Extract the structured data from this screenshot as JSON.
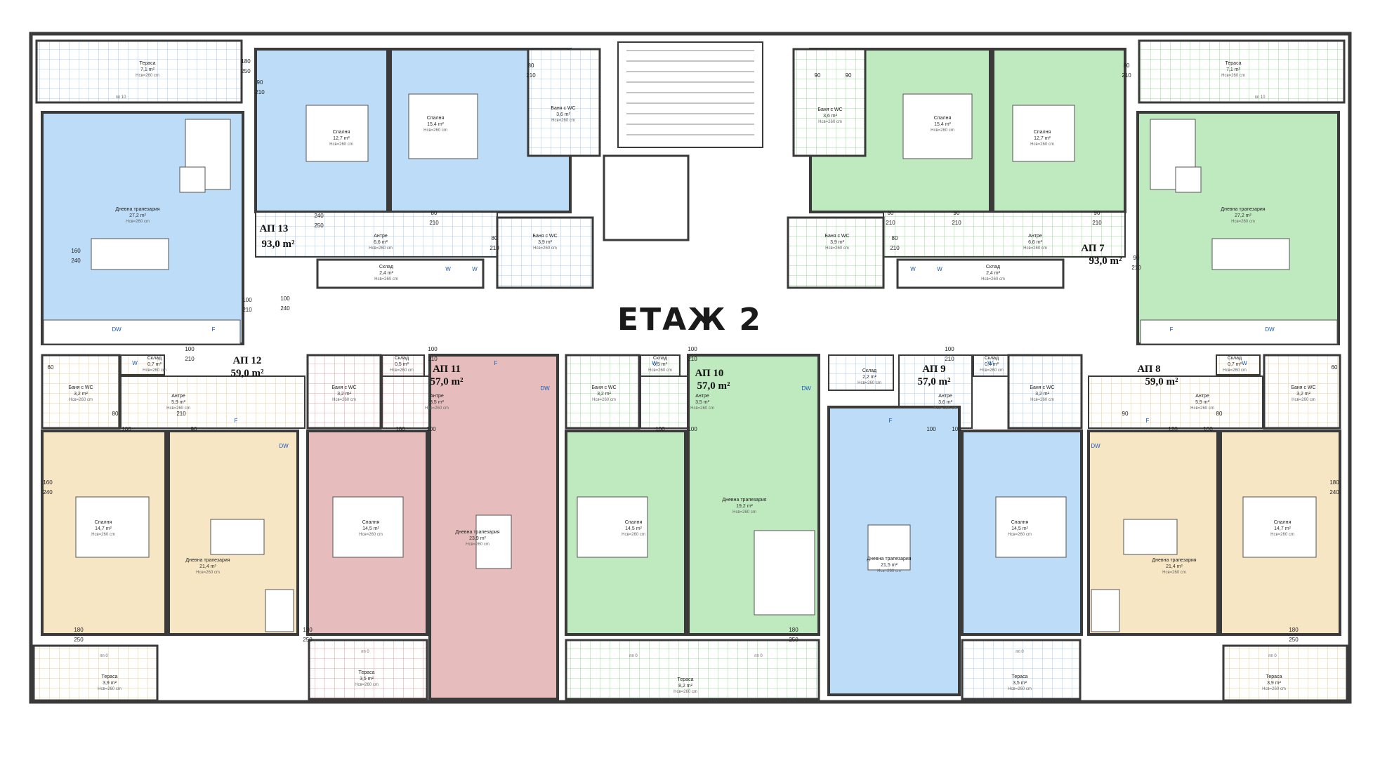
{
  "floor_title": "ЕТАЖ 2",
  "colors": {
    "blue": "#bcdcf7",
    "green": "#bfe9bf",
    "beige": "#f7e6c4",
    "pink": "#e6bcbc",
    "wall": "#3a3a3a",
    "grid": "#9ec3e6"
  },
  "apartments": [
    {
      "id": "ap13",
      "label": "АП 13",
      "area": "93,0 m²"
    },
    {
      "id": "ap7",
      "label": "АП 7",
      "area": "93,0 m²"
    },
    {
      "id": "ap12",
      "label": "АП 12",
      "area": "59,0 m²"
    },
    {
      "id": "ap11",
      "label": "АП 11",
      "area": "57,0 m²"
    },
    {
      "id": "ap10",
      "label": "АП 10",
      "area": "57,0 m²"
    },
    {
      "id": "ap9",
      "label": "АП 9",
      "area": "57,0 m²"
    },
    {
      "id": "ap8",
      "label": "АП 8",
      "area": "59,0 m²"
    }
  ],
  "rooms": [
    {
      "name": "Тераса",
      "area": "7,1 m²",
      "h": "Нсв=260 cm"
    },
    {
      "name": "Спалня",
      "area": "12,7 m²",
      "h": "Нсв=260 cm"
    },
    {
      "name": "Спалня",
      "area": "15,4 m²",
      "h": "Нсв=260 cm"
    },
    {
      "name": "Баня с WC",
      "area": "3,6 m²",
      "h": "Нсв=260 cm"
    },
    {
      "name": "Дневна трапезария",
      "area": "27,2 m²",
      "h": "Нсв=260 cm"
    },
    {
      "name": "Антре",
      "area": "6,6 m²",
      "h": "Нсв=260 cm"
    },
    {
      "name": "Баня с WC",
      "area": "3,9 m²",
      "h": "Нсв=260 cm"
    },
    {
      "name": "Склад",
      "area": "2,4 m²",
      "h": "Нсв=260 cm"
    },
    {
      "name": "Баня с WC",
      "area": "3,6 m²",
      "h": "Нсв=260 cm"
    },
    {
      "name": "Спалня",
      "area": "15,4 m²",
      "h": "Нсв=260 cm"
    },
    {
      "name": "Спалня",
      "area": "12,7 m²",
      "h": "Нсв=260 cm"
    },
    {
      "name": "Тераса",
      "area": "7,1 m²",
      "h": "Нсв=260 cm"
    },
    {
      "name": "Дневна трапезария",
      "area": "27,2 m²",
      "h": "Нсв=260 cm"
    },
    {
      "name": "Баня с WC",
      "area": "3,9 m²",
      "h": "Нсв=260 cm"
    },
    {
      "name": "Антре",
      "area": "6,6 m²",
      "h": "Нсв=260 cm"
    },
    {
      "name": "Склад",
      "area": "2,4 m²",
      "h": "Нсв=260 cm"
    },
    {
      "name": "Склад",
      "area": "0,7 m²",
      "h": "Нсв=260 cm"
    },
    {
      "name": "Баня с WC",
      "area": "3,2 m²",
      "h": "Нсв=260 cm"
    },
    {
      "name": "Антре",
      "area": "5,9 m²",
      "h": "Нсв=260 cm"
    },
    {
      "name": "Спалня",
      "area": "14,7 m²",
      "h": "Нсв=260 cm"
    },
    {
      "name": "Дневна трапезария",
      "area": "21,4 m²",
      "h": "Нсв=260 cm"
    },
    {
      "name": "Тераса",
      "area": "3,9 m²",
      "h": "Нсв=260 cm"
    },
    {
      "name": "Склад",
      "area": "0,5 m²",
      "h": "Нсв=260 cm"
    },
    {
      "name": "Баня с WC",
      "area": "3,2 m²",
      "h": "Нсв=260 cm"
    },
    {
      "name": "Антре",
      "area": "3,5 m²",
      "h": "Нсв=260 cm"
    },
    {
      "name": "Спалня",
      "area": "14,5 m²",
      "h": "Нсв=260 cm"
    },
    {
      "name": "Дневна трапезария",
      "area": "23,9 m²",
      "h": "Нсв=260 cm"
    },
    {
      "name": "Тераса",
      "area": "3,5 m²",
      "h": "Нсв=260 cm"
    },
    {
      "name": "Склад",
      "area": "0,5 m²",
      "h": "Нсв=260 cm"
    },
    {
      "name": "Баня с WC",
      "area": "3,2 m²",
      "h": "Нсв=260 cm"
    },
    {
      "name": "Антре",
      "area": "3,5 m²",
      "h": "Нсв=260 cm"
    },
    {
      "name": "Спалня",
      "area": "14,5 m²",
      "h": "Нсв=260 cm"
    },
    {
      "name": "Дневна трапезария",
      "area": "19,2 m²",
      "h": "Нсв=260 cm"
    },
    {
      "name": "Тераса",
      "area": "8,2 m²",
      "h": "Нсв=260 cm"
    },
    {
      "name": "Склад",
      "area": "2,2 m²",
      "h": "Нсв=260 cm"
    },
    {
      "name": "Антре",
      "area": "3,6 m²",
      "h": "Нсв=260 cm"
    },
    {
      "name": "Склад",
      "area": "0,4 m²",
      "h": "Нсв=260 cm"
    },
    {
      "name": "Баня с WC",
      "area": "3,2 m²",
      "h": "Нсв=260 cm"
    },
    {
      "name": "Дневна трапезария",
      "area": "21,5 m²",
      "h": "Нсв=260 cm"
    },
    {
      "name": "Спалня",
      "area": "14,5 m²",
      "h": "Нсв=260 cm"
    },
    {
      "name": "Тераса",
      "area": "3,5 m²",
      "h": "Нсв=260 cm"
    },
    {
      "name": "Склад",
      "area": "0,7 m²",
      "h": "Нсв=260 cm"
    },
    {
      "name": "Антре",
      "area": "5,9 m²",
      "h": "Нсв=260 cm"
    },
    {
      "name": "Баня с WC",
      "area": "3,2 m²",
      "h": "Нсв=260 cm"
    },
    {
      "name": "Дневна трапезария",
      "area": "21,4 m²",
      "h": "Нсв=260 cm"
    },
    {
      "name": "Спалня",
      "area": "14,7 m²",
      "h": "Нсв=260 cm"
    },
    {
      "name": "Тераса",
      "area": "3,9 m²",
      "h": "Нсв=260 cm"
    }
  ],
  "dims": [
    "80",
    "210",
    "90",
    "210",
    "100",
    "210",
    "180",
    "250",
    "160",
    "240",
    "100",
    "240",
    "240",
    "250",
    "90",
    "90",
    "80",
    "210",
    "80",
    "210",
    "80",
    "210",
    "90",
    "210",
    "80",
    "210",
    "90",
    "210",
    "80",
    "210",
    "90",
    "210",
    "180",
    "250",
    "180",
    "250",
    "180",
    "250",
    "180",
    "250",
    "160",
    "240",
    "100",
    "210",
    "100",
    "210",
    "100",
    "210",
    "100",
    "210",
    "60",
    "60",
    "210",
    "80",
    "90",
    "100",
    "100",
    "100",
    "100",
    "100",
    "100",
    "100",
    "100",
    "120",
    "180",
    "240",
    "90",
    "80"
  ],
  "terrace_levels": [
    "пп 10",
    "пп 10",
    "пп 0",
    "пп 0",
    "пп 0",
    "пп 0",
    "пп 0",
    "пп 0"
  ],
  "appliances": {
    "dw": "DW",
    "f": "F",
    "w": "W"
  }
}
